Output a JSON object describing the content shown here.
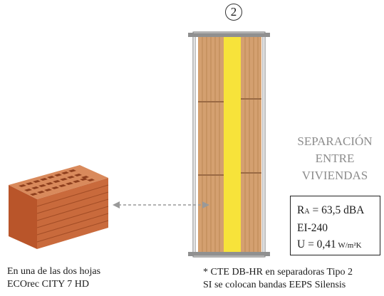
{
  "badge": {
    "number": "2"
  },
  "separation": {
    "lines": [
      "SEPARACIÓN",
      "ENTRE",
      "VIVIENDAS"
    ]
  },
  "specs": {
    "acoustic_prefix": "R",
    "acoustic_subscript": "A",
    "acoustic_value": " = 63,5 dBA",
    "fire": "EI-240",
    "u_value": "U = 0,41",
    "u_unit": " W/m²K"
  },
  "captions": {
    "left": [
      "En una de las dos hojas",
      "ECOrec CITY 7 HD"
    ],
    "right": [
      "* CTE DB-HR en separadoras Tipo 2",
      "SI se colocan bandas EEPS Silensis"
    ]
  },
  "colors": {
    "brick_panel": "#d4a070",
    "insulation": "#f7e33a",
    "steel_track": "#909090",
    "joint": "#9a6a44",
    "arrow": "#999999",
    "title_gray": "#8c8c8c",
    "brick_body": "#c96a3c"
  },
  "icons": {
    "badge": "circled-number-icon",
    "arrow": "double-arrow-icon",
    "brick": "hollow-brick-icon"
  }
}
